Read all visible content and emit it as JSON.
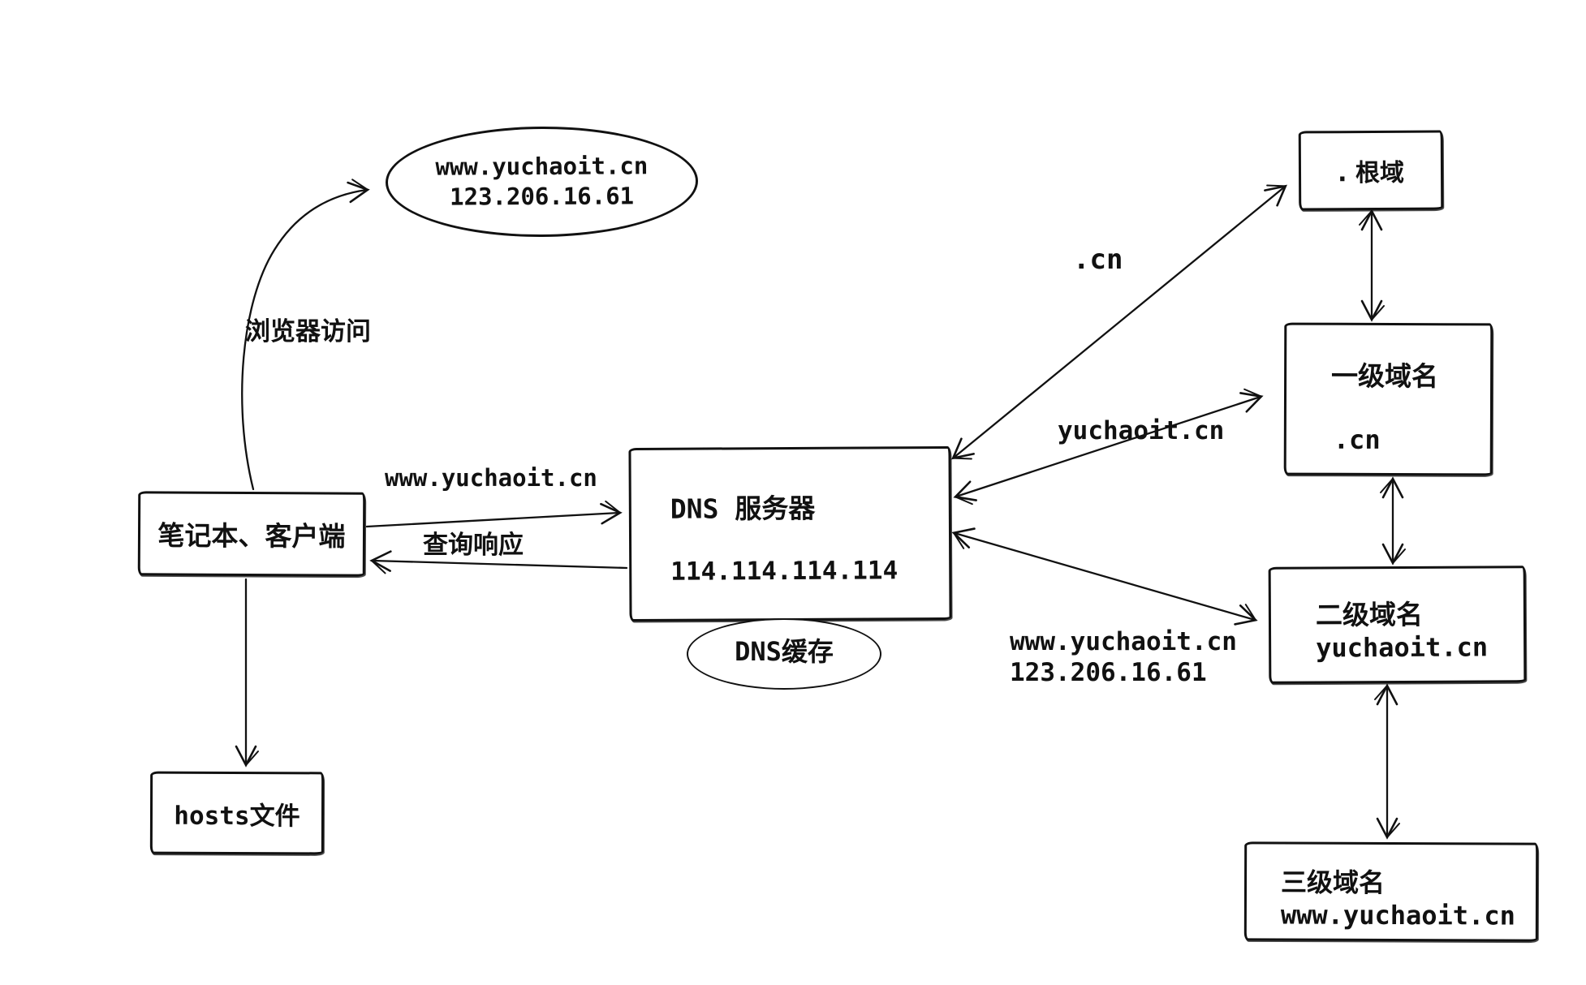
{
  "canvas": {
    "background": "#ffffff",
    "ink": "#111111"
  },
  "nodes": {
    "result": {
      "shape": "ellipse",
      "lines": [
        "www.yuchaoit.cn",
        "123.206.16.61"
      ]
    },
    "client": {
      "shape": "rect",
      "label": "笔记本、客户端"
    },
    "dns": {
      "shape": "rect",
      "lines": [
        "DNS 服务器",
        "114.114.114.114"
      ]
    },
    "dns_cache": {
      "shape": "ellipse",
      "label": "DNS缓存"
    },
    "hosts": {
      "shape": "rect",
      "label": "hosts文件"
    },
    "root": {
      "shape": "rect",
      "label": ". 根域"
    },
    "level1": {
      "shape": "rect",
      "lines": [
        "一级域名",
        ".cn"
      ]
    },
    "level2": {
      "shape": "rect",
      "lines": [
        "二级域名",
        "yuchaoit.cn"
      ]
    },
    "level3": {
      "shape": "rect",
      "lines": [
        "三级域名",
        "www.yuchaoit.cn"
      ]
    }
  },
  "labels": {
    "browser_access": "浏览器访问",
    "query_domain": "www.yuchaoit.cn",
    "query_response": "查询响应",
    "cn": ".cn",
    "yuchaoit": "yuchaoit.cn",
    "answer": [
      "www.yuchaoit.cn",
      "123.206.16.61"
    ]
  }
}
